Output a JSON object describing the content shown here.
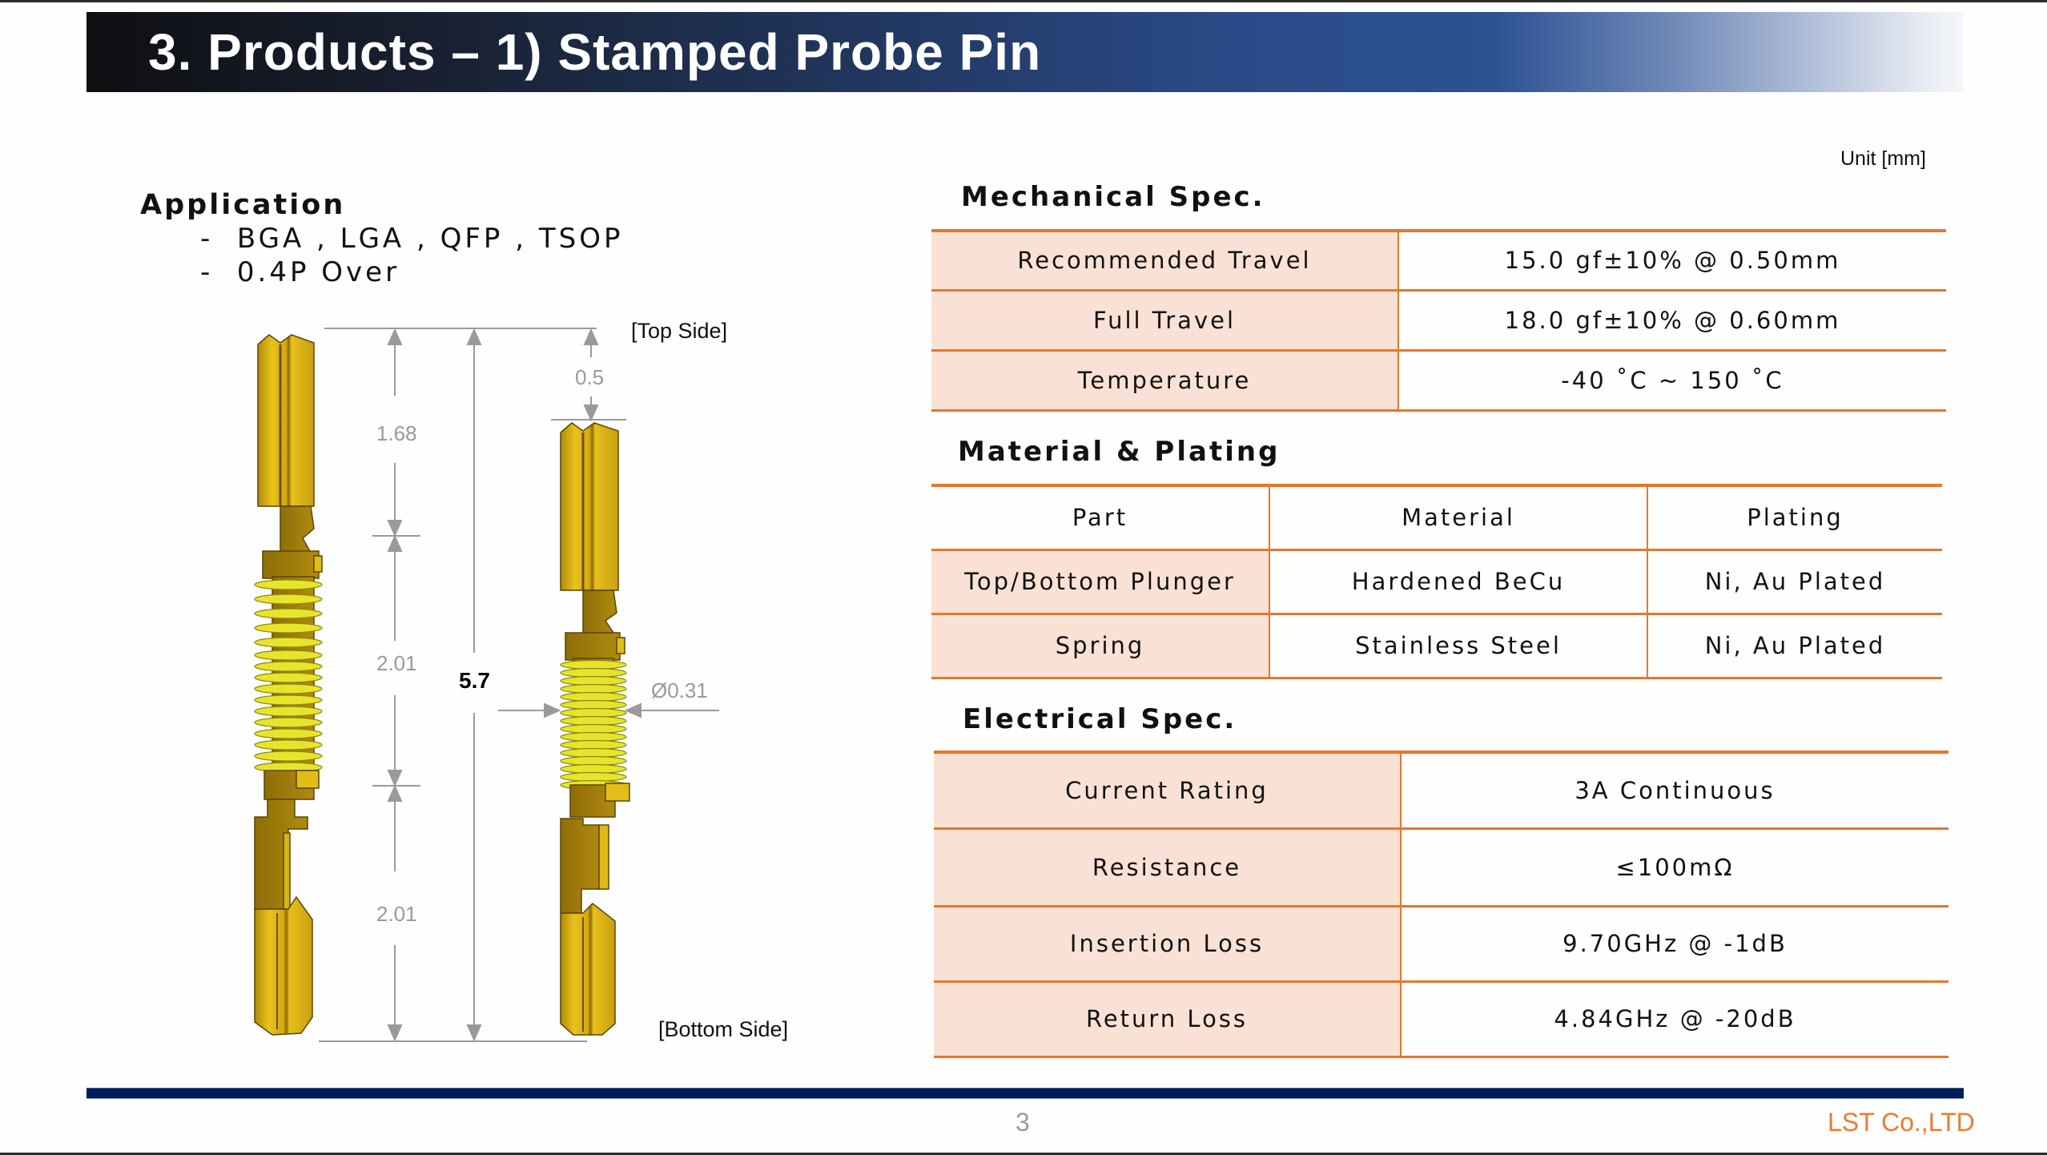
{
  "slide": {
    "title": "3. Products – 1) Stamped Probe Pin",
    "unit_label": "Unit [mm]",
    "page_number": "3",
    "company": "LST Co.,LTD",
    "colors": {
      "title_bar_start": "#0e0f12",
      "title_bar_mid": "#2c5292",
      "table_border": "#e8762a",
      "table_shade": "#f9e2d5",
      "footer_bar": "#001d5c",
      "company_text": "#ef7a2e",
      "dimension_text": "#9a9a9a",
      "pin_gold": "#e8c21a",
      "spring_yellow": "#e6e22a"
    }
  },
  "application": {
    "heading": "Application",
    "items": [
      "-  BGA , LGA , QFP , TSOP",
      "-  0.4P Over"
    ]
  },
  "drawing": {
    "top_side_label": "[Top Side]",
    "bottom_side_label": "[Bottom Side]",
    "dimensions": {
      "top_plunger": "1.68",
      "spring_section": "2.01",
      "bottom_plunger": "2.01",
      "total_length": "5.7",
      "travel": "0.5",
      "spring_diameter": "Ø0.31"
    }
  },
  "mechanical": {
    "heading": "Mechanical Spec.",
    "rows": [
      {
        "label": "Recommended Travel",
        "value": "15.0 gf±10% @ 0.50mm"
      },
      {
        "label": "Full Travel",
        "value": "18.0 gf±10% @ 0.60mm"
      },
      {
        "label": "Temperature",
        "value": "-40 ˚C ~ 150 ˚C"
      }
    ]
  },
  "material": {
    "heading": "Material & Plating",
    "columns": [
      "Part",
      "Material",
      "Plating"
    ],
    "rows": [
      [
        "Top/Bottom Plunger",
        "Hardened BeCu",
        "Ni, Au Plated"
      ],
      [
        "Spring",
        "Stainless Steel",
        "Ni, Au Plated"
      ]
    ]
  },
  "electrical": {
    "heading": "Electrical Spec.",
    "rows": [
      {
        "label": "Current Rating",
        "value": "3A Continuous"
      },
      {
        "label": "Resistance",
        "value": "≤100mΩ"
      },
      {
        "label": "Insertion Loss",
        "value": "9.70GHz @ -1dB"
      },
      {
        "label": "Return Loss",
        "value": "4.84GHz @ -20dB"
      }
    ]
  }
}
